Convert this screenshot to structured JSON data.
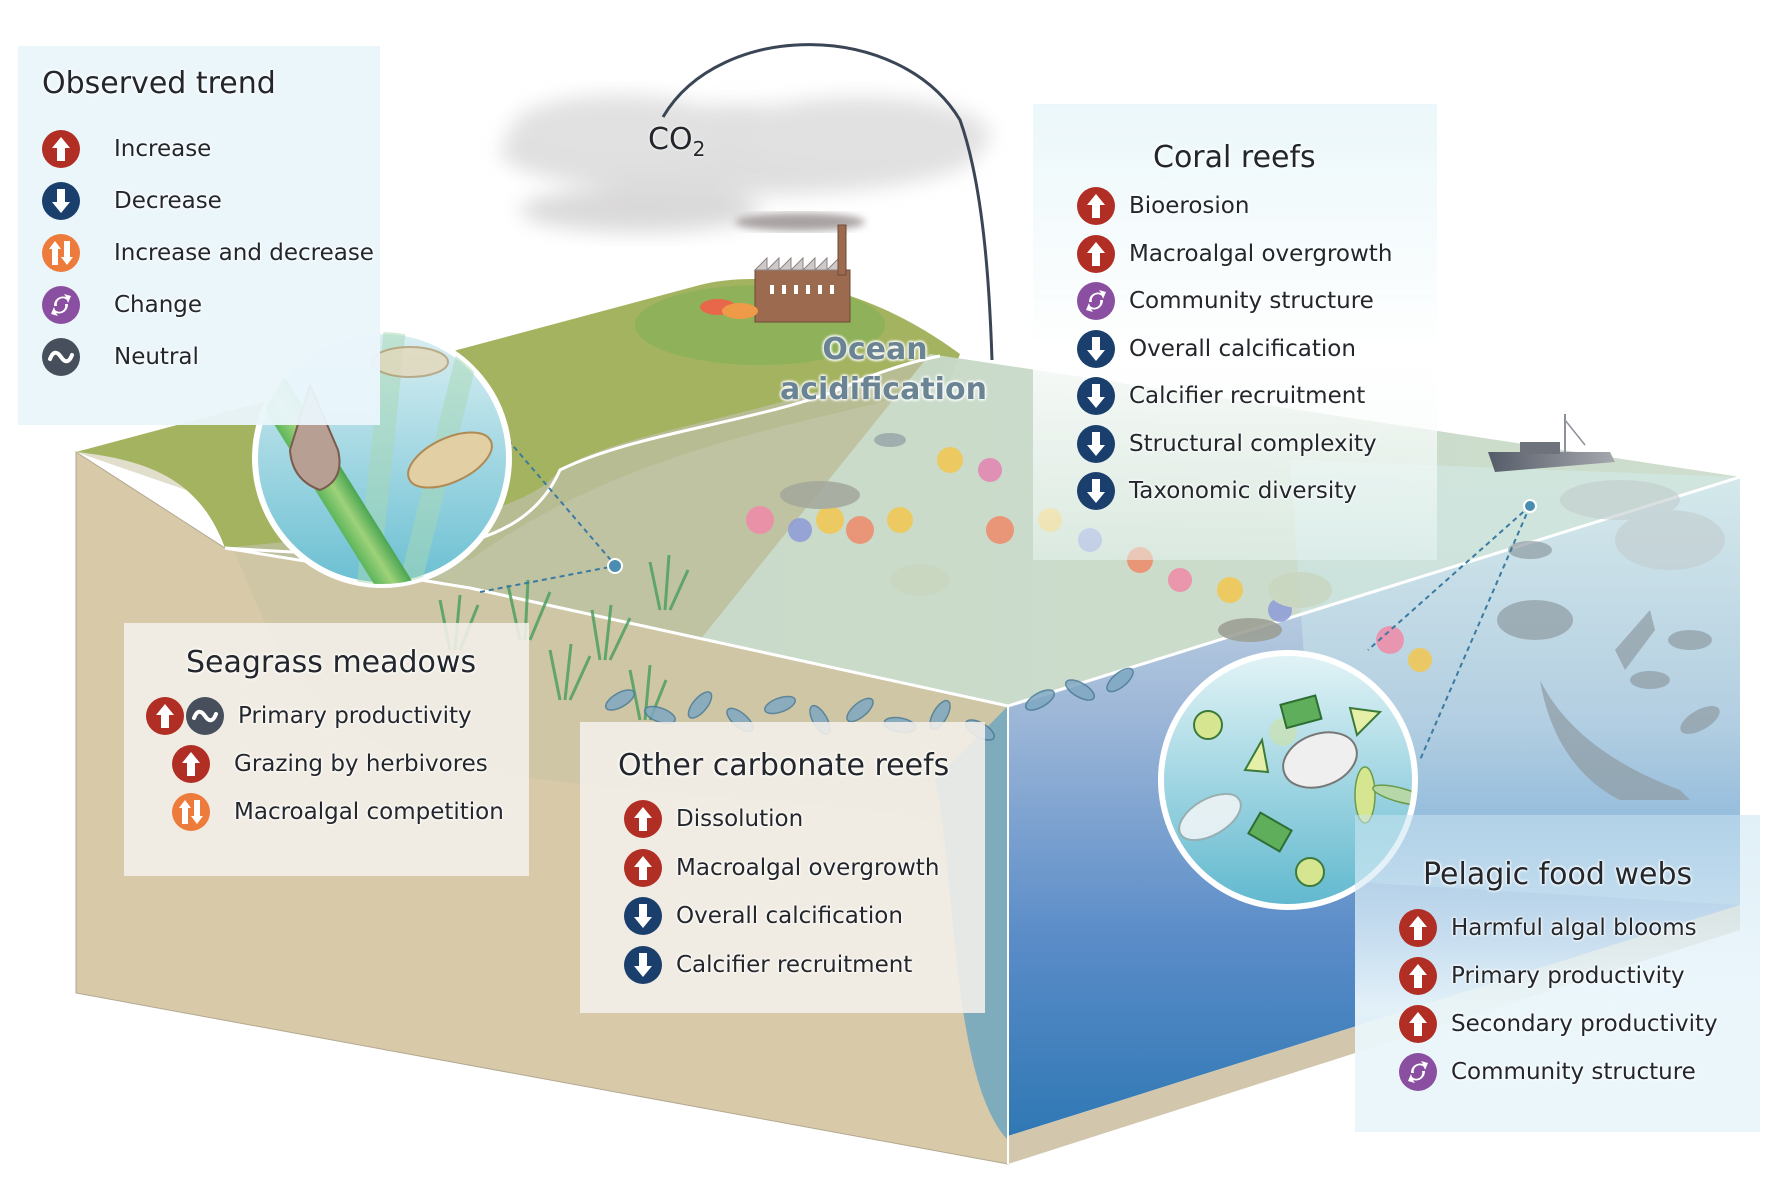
{
  "colors": {
    "increase": "#b12e24",
    "decrease": "#1a3f6c",
    "increase_and_decrease": "#ec7b3c",
    "change": "#8a4fa0",
    "neutral": "#464f5b",
    "land_green": "#9aab5a",
    "sand": "#d9c9a8",
    "ocean_deep": "#3e7fbd",
    "ocean_shallow": "#cfe9e4",
    "panel_blue": "#eaf6fb",
    "panel_sand": "#f2eee7",
    "ocean_label": "#6b8494"
  },
  "legend": {
    "title": "Observed trend",
    "items": [
      {
        "icon": "increase",
        "label": "Increase"
      },
      {
        "icon": "decrease",
        "label": "Decrease"
      },
      {
        "icon": "increase_and_decrease",
        "label": "Increase and decrease"
      },
      {
        "icon": "change",
        "label": "Change"
      },
      {
        "icon": "neutral",
        "label": "Neutral"
      }
    ]
  },
  "scene": {
    "co2_label": "CO",
    "co2_subscript": "2",
    "ocean_acidification_line1": "Ocean",
    "ocean_acidification_line2": "acidification"
  },
  "panels": {
    "coral_reefs": {
      "title": "Coral reefs",
      "items": [
        {
          "icons": [
            "increase"
          ],
          "label": "Bioerosion"
        },
        {
          "icons": [
            "increase"
          ],
          "label": "Macroalgal overgrowth"
        },
        {
          "icons": [
            "change"
          ],
          "label": "Community structure"
        },
        {
          "icons": [
            "decrease"
          ],
          "label": "Overall calcification"
        },
        {
          "icons": [
            "decrease"
          ],
          "label": "Calcifier recruitment"
        },
        {
          "icons": [
            "decrease"
          ],
          "label": "Structural complexity"
        },
        {
          "icons": [
            "decrease"
          ],
          "label": "Taxonomic diversity"
        }
      ]
    },
    "seagrass_meadows": {
      "title": "Seagrass meadows",
      "items": [
        {
          "icons": [
            "increase",
            "neutral"
          ],
          "label": "Primary productivity"
        },
        {
          "icons": [
            "increase"
          ],
          "label": "Grazing by herbivores"
        },
        {
          "icons": [
            "increase_and_decrease"
          ],
          "label": "Macroalgal competition"
        }
      ]
    },
    "other_carbonate_reefs": {
      "title": "Other carbonate reefs",
      "items": [
        {
          "icons": [
            "increase"
          ],
          "label": "Dissolution"
        },
        {
          "icons": [
            "increase"
          ],
          "label": "Macroalgal overgrowth"
        },
        {
          "icons": [
            "decrease"
          ],
          "label": "Overall calcification"
        },
        {
          "icons": [
            "decrease"
          ],
          "label": "Calcifier recruitment"
        }
      ]
    },
    "pelagic_food_webs": {
      "title": "Pelagic food webs",
      "items": [
        {
          "icons": [
            "increase"
          ],
          "label": "Harmful algal blooms"
        },
        {
          "icons": [
            "increase"
          ],
          "label": "Primary productivity"
        },
        {
          "icons": [
            "increase"
          ],
          "label": "Secondary productivity"
        },
        {
          "icons": [
            "change"
          ],
          "label": "Community structure"
        }
      ]
    }
  }
}
